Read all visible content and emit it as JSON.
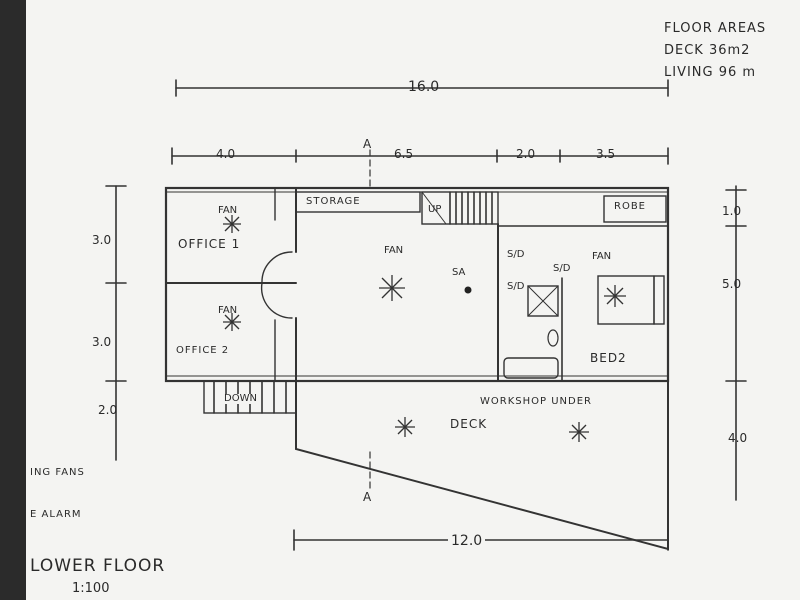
{
  "floor_areas": {
    "title": "FLOOR AREAS",
    "deck": "DECK  36m2",
    "living": "LIVING  96 m"
  },
  "dimensions": {
    "overall_width": "16.0",
    "top_segments": [
      "4.0",
      "6.5",
      "2.0",
      "3.5"
    ],
    "left_heights": [
      "3.0",
      "3.0",
      "2.0"
    ],
    "right_heights": [
      "1.0",
      "5.0",
      "4.0"
    ],
    "deck_width": "12.0"
  },
  "section_marker": "A",
  "rooms": {
    "storage": "STORAGE",
    "up": "UP",
    "robe": "ROBE",
    "office1": "OFFICE 1",
    "office2": "OFFICE 2",
    "bed2": "BED2",
    "deck": "DECK",
    "workshop": "WORKSHOP UNDER",
    "down": "DOWN",
    "sa": "SA",
    "sd": "S/D",
    "fan": "FAN"
  },
  "legend": {
    "fans": "ING FANS",
    "alarm": "E ALARM"
  },
  "title_block": {
    "title": "LOWER FLOOR",
    "scale": "1:100"
  }
}
